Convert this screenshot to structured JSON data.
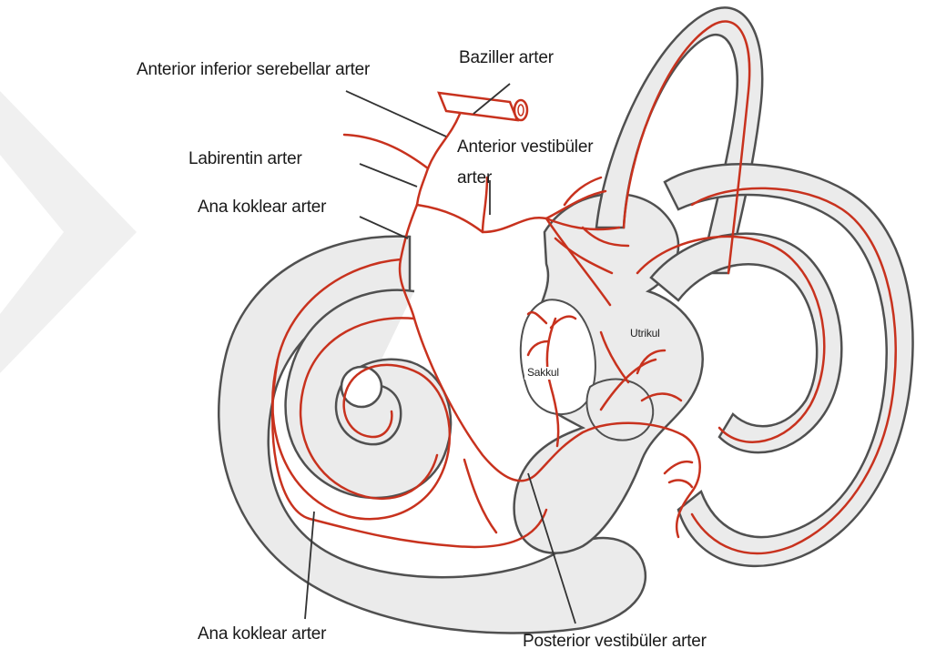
{
  "labels": {
    "aica": "Anterior inferior serebellar arter",
    "basilar": "Baziller arter",
    "labyrinthine": "Labirentin arter",
    "ant_vestibular_line1": "Anterior vestibüler",
    "ant_vestibular_line2": "arter",
    "common_cochlear_top": "Ana koklear arter",
    "utricle": "Utrikul",
    "saccule": "Sakkul",
    "common_cochlear_bottom": "Ana koklear arter",
    "post_vestibular": "Posterior vestibüler arter"
  },
  "colors": {
    "membrane_fill": "#ebebeb",
    "outline": "#505050",
    "artery": "#c8321e",
    "watermark": "#f0f0f0"
  }
}
